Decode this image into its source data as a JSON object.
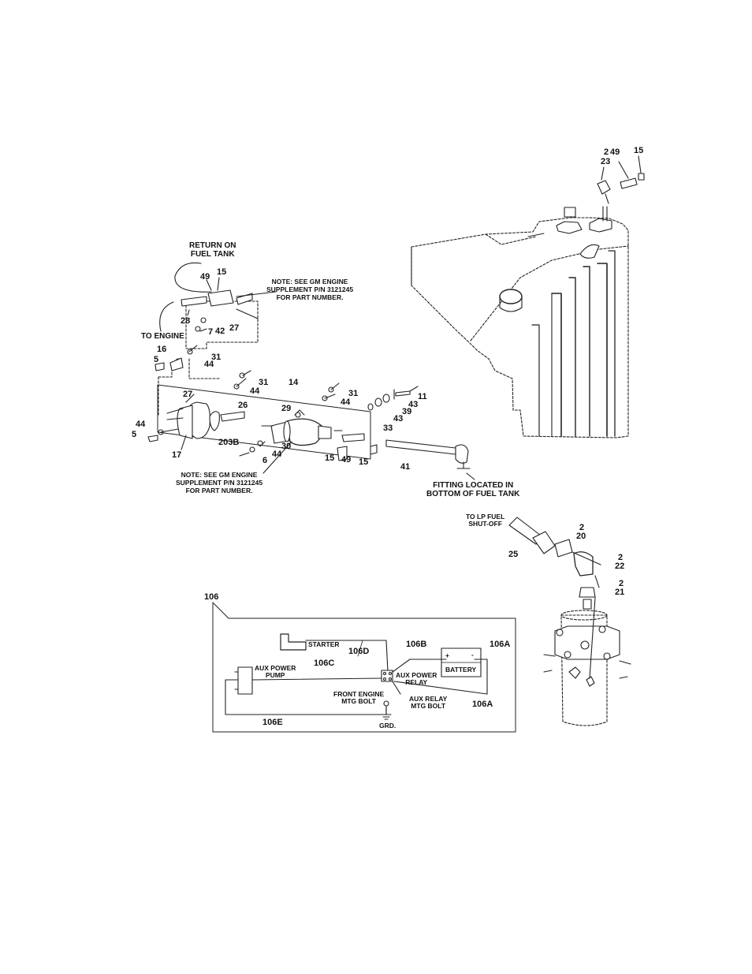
{
  "callouts": {
    "c2_top": "2",
    "c23": "23",
    "c49_top": "49",
    "c15_top": "15",
    "c49_a": "49",
    "c15_a": "15",
    "c28": "28",
    "c27_a": "27",
    "c7": "7",
    "c42": "42",
    "c16": "16",
    "c5_a": "5",
    "c31_a": "31",
    "c44_a": "44",
    "c31_b": "31",
    "c44_b": "44",
    "c14": "14",
    "c31_c": "31",
    "c44_c": "44",
    "c11": "11",
    "c43_a": "43",
    "c39": "39",
    "c43_b": "43",
    "c33": "33",
    "c27_b": "27",
    "c26": "26",
    "c29": "29",
    "c44_d": "44",
    "c5_b": "5",
    "c17": "17",
    "c203b": "203B",
    "c30": "30",
    "c6": "6",
    "c44_e": "44",
    "c15_b": "15",
    "c49_b": "49",
    "c15_c": "15",
    "c41": "41",
    "c2_20": "2",
    "c20": "20",
    "c25": "25",
    "c2_22": "2",
    "c22": "22",
    "c2_21": "2",
    "c21": "21",
    "c106": "106"
  },
  "captions": {
    "return_line1": "RETURN ON",
    "return_line2": "FUEL TANK",
    "to_engine": "TO ENGINE",
    "fitting_line1": "FITTING LOCATED IN",
    "fitting_line2": "BOTTOM OF FUEL TANK",
    "lp_line1": "TO LP FUEL",
    "lp_line2": "SHUT-OFF"
  },
  "notes": {
    "top_line1": "NOTE:  SEE GM ENGINE",
    "top_line2": "SUPPLEMENT P/N 3121245",
    "top_line3": "FOR PART NUMBER.",
    "mid_line1": "NOTE:  SEE GM ENGINE",
    "mid_line2": "SUPPLEMENT P/N 3121245",
    "mid_line3": "FOR PART NUMBER."
  },
  "wiring": {
    "starter": "STARTER",
    "w106d": "106D",
    "w106b": "106B",
    "w106a_top": "106A",
    "w106c": "106C",
    "battery": "BATTERY",
    "plus": "+",
    "minus": "-",
    "aux_pump_1": "AUX POWER",
    "aux_pump_2": "PUMP",
    "aux_relay_1": "AUX POWER",
    "aux_relay_2": "RELAY",
    "front_mtg_1": "FRONT ENGINE",
    "front_mtg_2": "MTG BOLT",
    "aux_relay_mtg_1": "AUX RELAY",
    "aux_relay_mtg_2": "MTG BOLT",
    "w106a_bot": "106A",
    "w106e": "106E",
    "grd": "GRD."
  }
}
